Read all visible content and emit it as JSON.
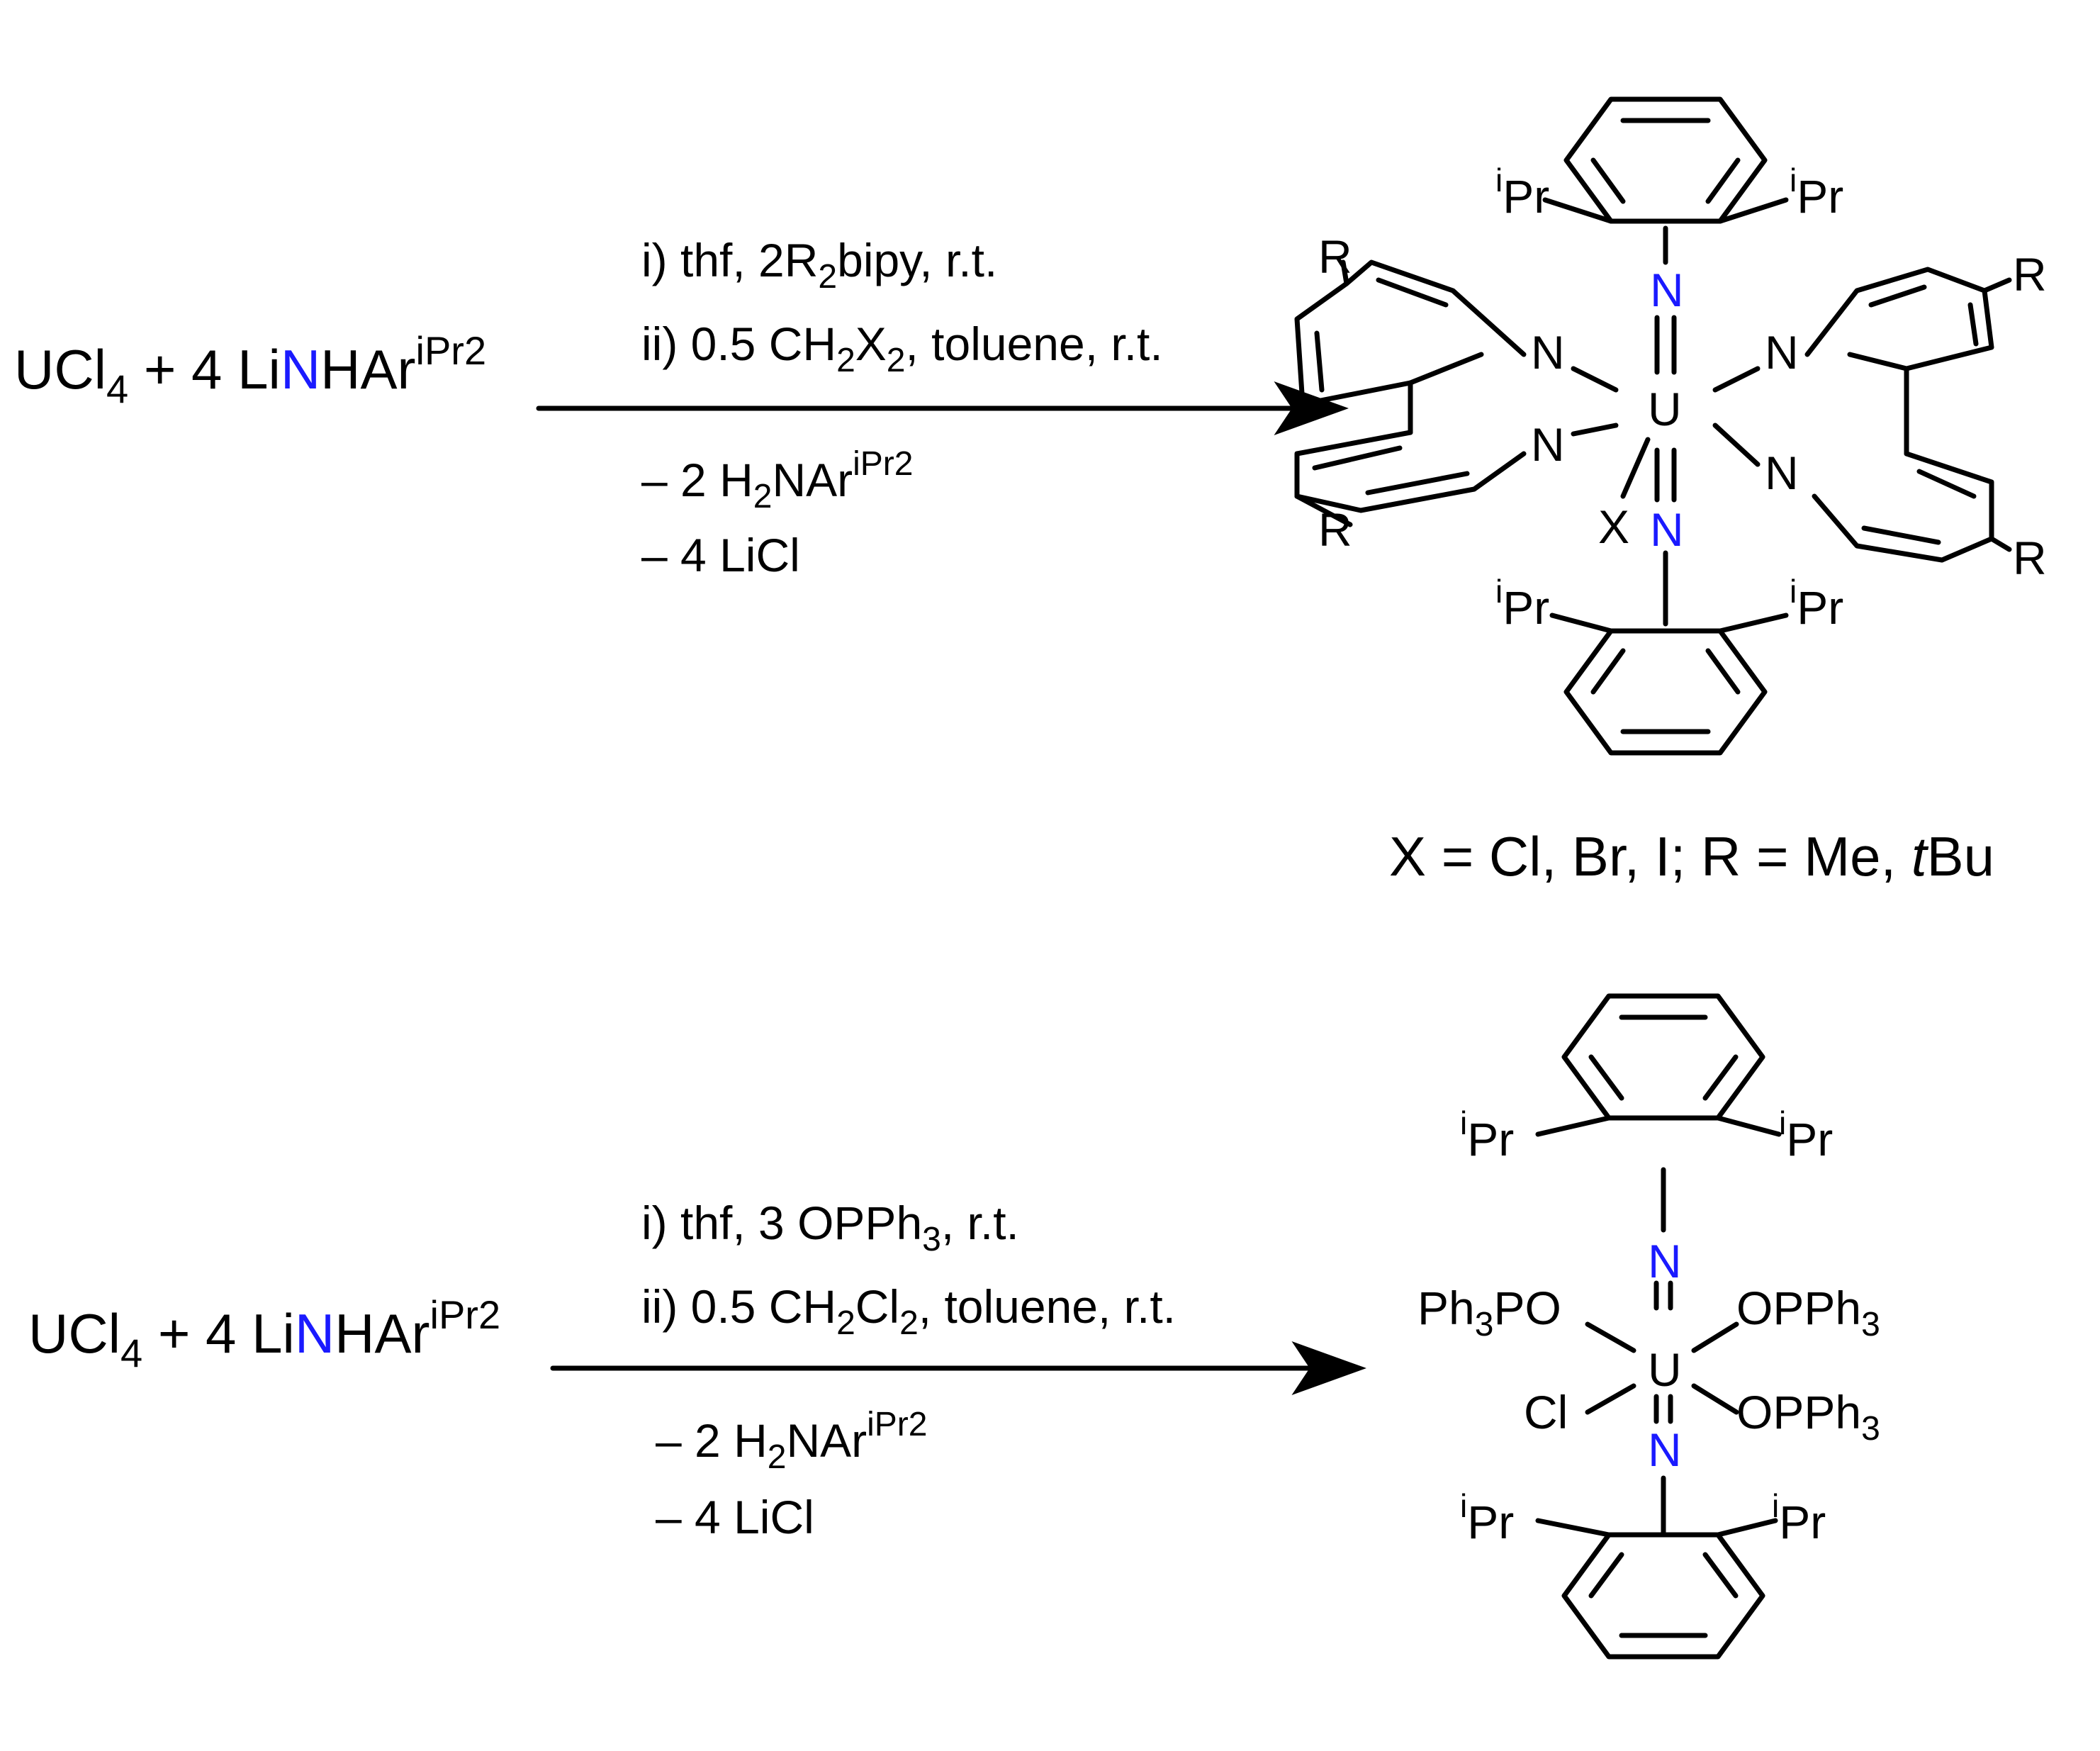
{
  "reaction_1": {
    "reactant": {
      "prefix": "UCl",
      "sub": "4",
      "mid": " + 4 Li",
      "n": "N",
      "suffix": "HAr",
      "sup": "iPr2"
    },
    "conditions_above": [
      {
        "a": "i) thf, 2R",
        "sub": "2",
        "b": "bipy, r.t."
      },
      {
        "a": "ii) 0.5 CH",
        "sub": "2",
        "b": "X",
        "sub2": "2",
        "c": ", toluene, r.t."
      }
    ],
    "byproducts_below": [
      {
        "a": "– 2 H",
        "sub": "2",
        "b": "NAr",
        "sup": "iPr2"
      },
      {
        "a": "– 4 LiCl"
      }
    ],
    "product_labels": {
      "ipr": "Pr",
      "ipr_sup": "i",
      "r": "R",
      "n": "N",
      "u": "U",
      "x": "X"
    },
    "footnote": {
      "a": "X = Cl, Br, I; R = Me, ",
      "b": "t",
      "c": "Bu"
    }
  },
  "reaction_2": {
    "reactant": {
      "prefix": "UCl",
      "sub": "4",
      "mid": " + 4 Li",
      "n": "N",
      "suffix": "HAr",
      "sup": "iPr2"
    },
    "conditions_above": [
      {
        "a": "i) thf, 3 OPPh",
        "sub": "3",
        "b": ", r.t."
      },
      {
        "a": "ii) 0.5 CH",
        "sub": "2",
        "b": "Cl",
        "sub2": "2",
        "c": ", toluene, r.t."
      }
    ],
    "byproducts_below": [
      {
        "a": "– 2 H",
        "sub": "2",
        "b": "NAr",
        "sup": "iPr2"
      },
      {
        "a": "– 4 LiCl"
      }
    ],
    "product_labels": {
      "ipr": "Pr",
      "ipr_sup": "i",
      "n": "N",
      "u": "U",
      "cl": "Cl",
      "ph3po": "Ph",
      "ph3po_sub": "3",
      "ph3po_tail": "PO",
      "opph3": "OPPh",
      "opph3_sub": "3"
    }
  },
  "colors": {
    "nitrogen": "#1a1aff",
    "ink": "#000000",
    "background": "#ffffff"
  }
}
